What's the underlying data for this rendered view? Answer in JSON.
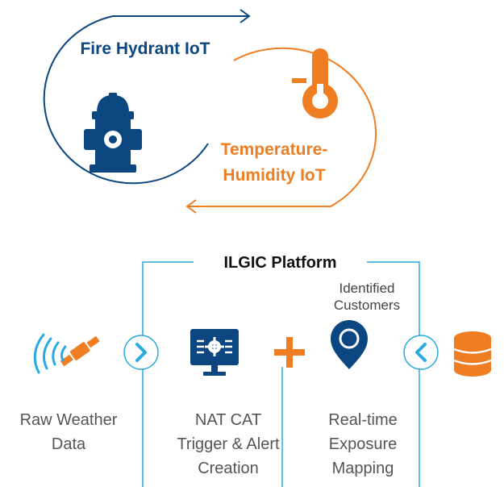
{
  "iot": {
    "fire_hydrant_label": "Fire Hydrant IoT",
    "temperature_label_line1": "Temperature-",
    "temperature_label_line2": "Humidity IoT"
  },
  "platform": {
    "title": "ILGIC Platform",
    "identified_line1": "Identified",
    "identified_line2": "Customers"
  },
  "steps": {
    "raw_weather": [
      "Raw Weather",
      "Data"
    ],
    "nat_cat": [
      "NAT CAT",
      "Trigger & Alert",
      "Creation"
    ],
    "exposure": [
      "Real-time",
      "Exposure",
      "Mapping"
    ]
  },
  "colors": {
    "navy": "#0b4680",
    "orange": "#ef7d22",
    "cyan": "#29aae1",
    "text": "#555555"
  },
  "icons": [
    "fire-hydrant-icon",
    "thermometer-icon",
    "satellite-icon",
    "monitor-settings-icon",
    "plus-icon",
    "location-pin-icon",
    "database-icon",
    "chevron-right-icon",
    "chevron-left-icon"
  ]
}
